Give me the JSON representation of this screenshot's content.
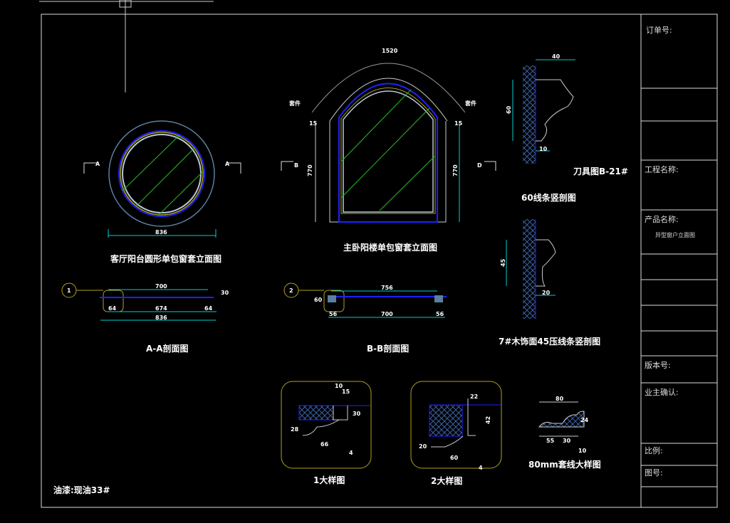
{
  "title_block": {
    "order_no": "订单号:",
    "project_name": "工程名称:",
    "product_name": "产品名称:",
    "product_value": "异型窗户立面图",
    "version": "版本号:",
    "owner_confirm": "业主确认:",
    "scale": "比例:",
    "drawing_no": "图号:"
  },
  "views": {
    "round_elevation": "客厅阳台圆形单包窗套立面图",
    "arch_elevation": "主卧阳楼单包窗套立面图",
    "section_aa": "A-A剖面图",
    "section_bb": "B-B剖面图",
    "profile_60": "60线条竖剖图",
    "cutter_no": "刀具图B-21#",
    "profile_45": "7#木饰面45压线条竖剖图",
    "detail_1": "1大样图",
    "detail_2": "2大样图",
    "detail_80": "80mm套线大样图",
    "note": "油漆:现油33#"
  },
  "markers": {
    "a": "A",
    "b": "B",
    "d": "D",
    "one": "1",
    "two": "2",
    "kd": "套件"
  },
  "dims": {
    "round_w": "836",
    "arch_top": "1520",
    "arch_h": "770",
    "arch_s": "15",
    "aa_top": "700",
    "aa_mid": "674",
    "aa_l": "64",
    "aa_r": "64",
    "aa_bot": "836",
    "aa_side": "30",
    "bb_top": "756",
    "bb_mid": "700",
    "bb_l": "56",
    "bb_r": "56",
    "bb_side": "60",
    "p60_w": "40",
    "p60_h": "60",
    "p60_b": "10",
    "p45_h": "45",
    "p45_b": "20",
    "d1_a": "10",
    "d1_b": "15",
    "d1_c": "30",
    "d1_d": "28",
    "d1_e": "66",
    "d1_f": "4",
    "d2_a": "22",
    "d2_b": "42",
    "d2_c": "20",
    "d2_d": "60",
    "d2_e": "4",
    "d80_w": "80",
    "d80_h": "24",
    "d80_a": "55",
    "d80_b": "30",
    "d80_c": "10"
  }
}
